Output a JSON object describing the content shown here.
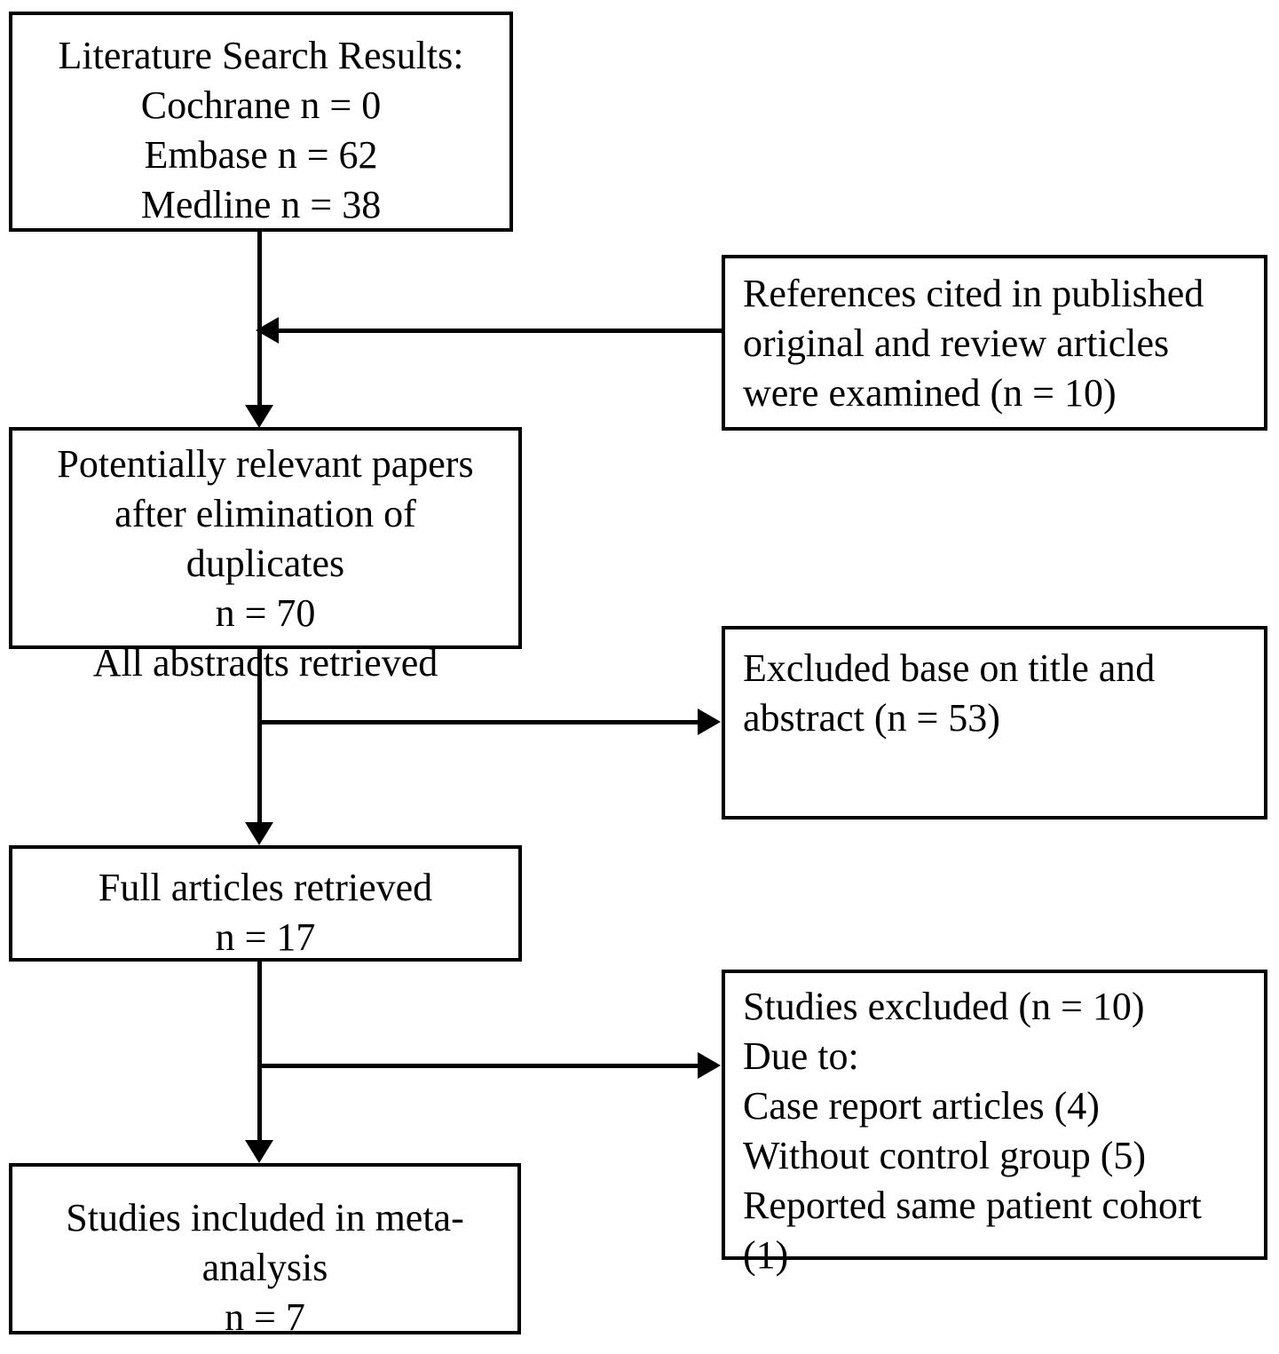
{
  "diagram": {
    "type": "prisma-flow-diagram",
    "title": "Literature search and study selection flow",
    "background_color": "#ffffff",
    "line_color": "#000000",
    "text_color": "#000000"
  },
  "nodes": {
    "search_results": {
      "id": "literature-search-results",
      "lines": [
        "Literature Search Results:",
        "Cochrane n = 0",
        "Embase n = 62",
        "Medline n = 38"
      ],
      "align": "center"
    },
    "references_cited": {
      "id": "references-cited",
      "lines": [
        "References cited in published",
        "original and review articles",
        "were examined (n = 10)"
      ],
      "align": "left"
    },
    "potentially_relevant": {
      "id": "potentially-relevant-papers",
      "lines": [
        "Potentially relevant papers",
        "after elimination of",
        "duplicates",
        "n = 70",
        "All abstracts retrieved"
      ],
      "align": "center"
    },
    "excluded_title_abstract": {
      "id": "excluded-on-title-and-abstract",
      "lines": [
        "Excluded base on title and",
        "abstract (n = 53)"
      ],
      "align": "left"
    },
    "full_articles": {
      "id": "full-articles-retrieved",
      "lines": [
        "Full articles retrieved",
        "n = 17"
      ],
      "align": "center"
    },
    "studies_excluded": {
      "id": "studies-excluded",
      "lines": [
        "Studies excluded (n = 10)",
        "Due to:",
        "Case report articles (4)",
        "Without control group (5)",
        "Reported same patient cohort",
        "(1)"
      ],
      "align": "left"
    },
    "studies_included": {
      "id": "studies-included-in-meta-analysis",
      "lines": [
        "Studies included in meta-",
        "analysis",
        "n = 7"
      ],
      "align": "center"
    }
  },
  "counts": {
    "cochrane": 0,
    "embase": 62,
    "medline": 38,
    "references_cited_examined": 10,
    "after_duplicates": 70,
    "excluded_title_abstract": 53,
    "full_articles_retrieved": 17,
    "studies_excluded": 10,
    "excluded_case_report_articles": 4,
    "excluded_without_control_group": 5,
    "excluded_same_patient_cohort": 1,
    "studies_included": 7
  },
  "connectors": [
    {
      "id": "search-to-potential",
      "direction": "down"
    },
    {
      "id": "references-to-trunk",
      "direction": "left"
    },
    {
      "id": "potential-to-fullarticles",
      "direction": "down"
    },
    {
      "id": "trunk-to-excluded-title",
      "direction": "right"
    },
    {
      "id": "fullarticles-to-included",
      "direction": "down"
    },
    {
      "id": "trunk-to-studies-excluded",
      "direction": "right"
    }
  ]
}
